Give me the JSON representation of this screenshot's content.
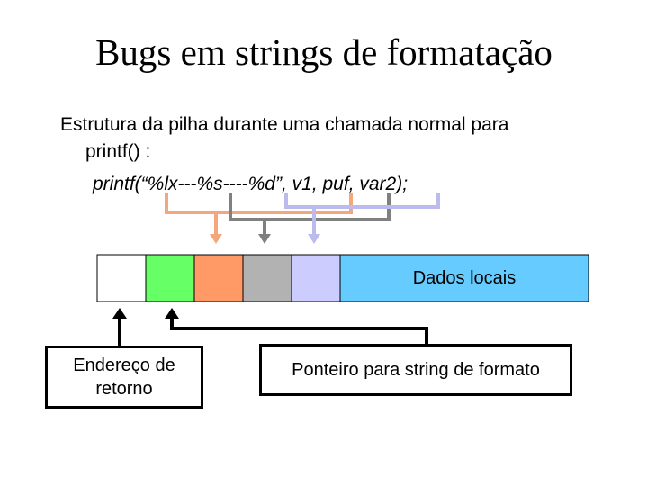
{
  "slide": {
    "title": "Bugs em strings de formatação",
    "line1": "Estrutura da pilha durante uma chamada normal para",
    "line2": "printf() :",
    "code": "printf(“%lx---%s----%d”, v1, puf, var2);"
  },
  "stack": {
    "cells": [
      {
        "name": "return-slot",
        "color": "#ffffff"
      },
      {
        "name": "format-ptr-slot",
        "color": "#66ff66"
      },
      {
        "name": "v1-slot",
        "color": "#ff9966"
      },
      {
        "name": "puf-slot",
        "color": "#b2b2b2"
      },
      {
        "name": "var2-slot",
        "color": "#ccccff"
      }
    ],
    "local_data_label": "Dados locais",
    "local_data_color": "#66ccff"
  },
  "labels": {
    "return_address": "Endereço de retorno",
    "format_pointer": "Ponteiro para string de formato"
  },
  "arrow_colors": {
    "v1": "#f4a67c",
    "puf": "#808080",
    "var2": "#bbbbee",
    "black": "#000000"
  }
}
